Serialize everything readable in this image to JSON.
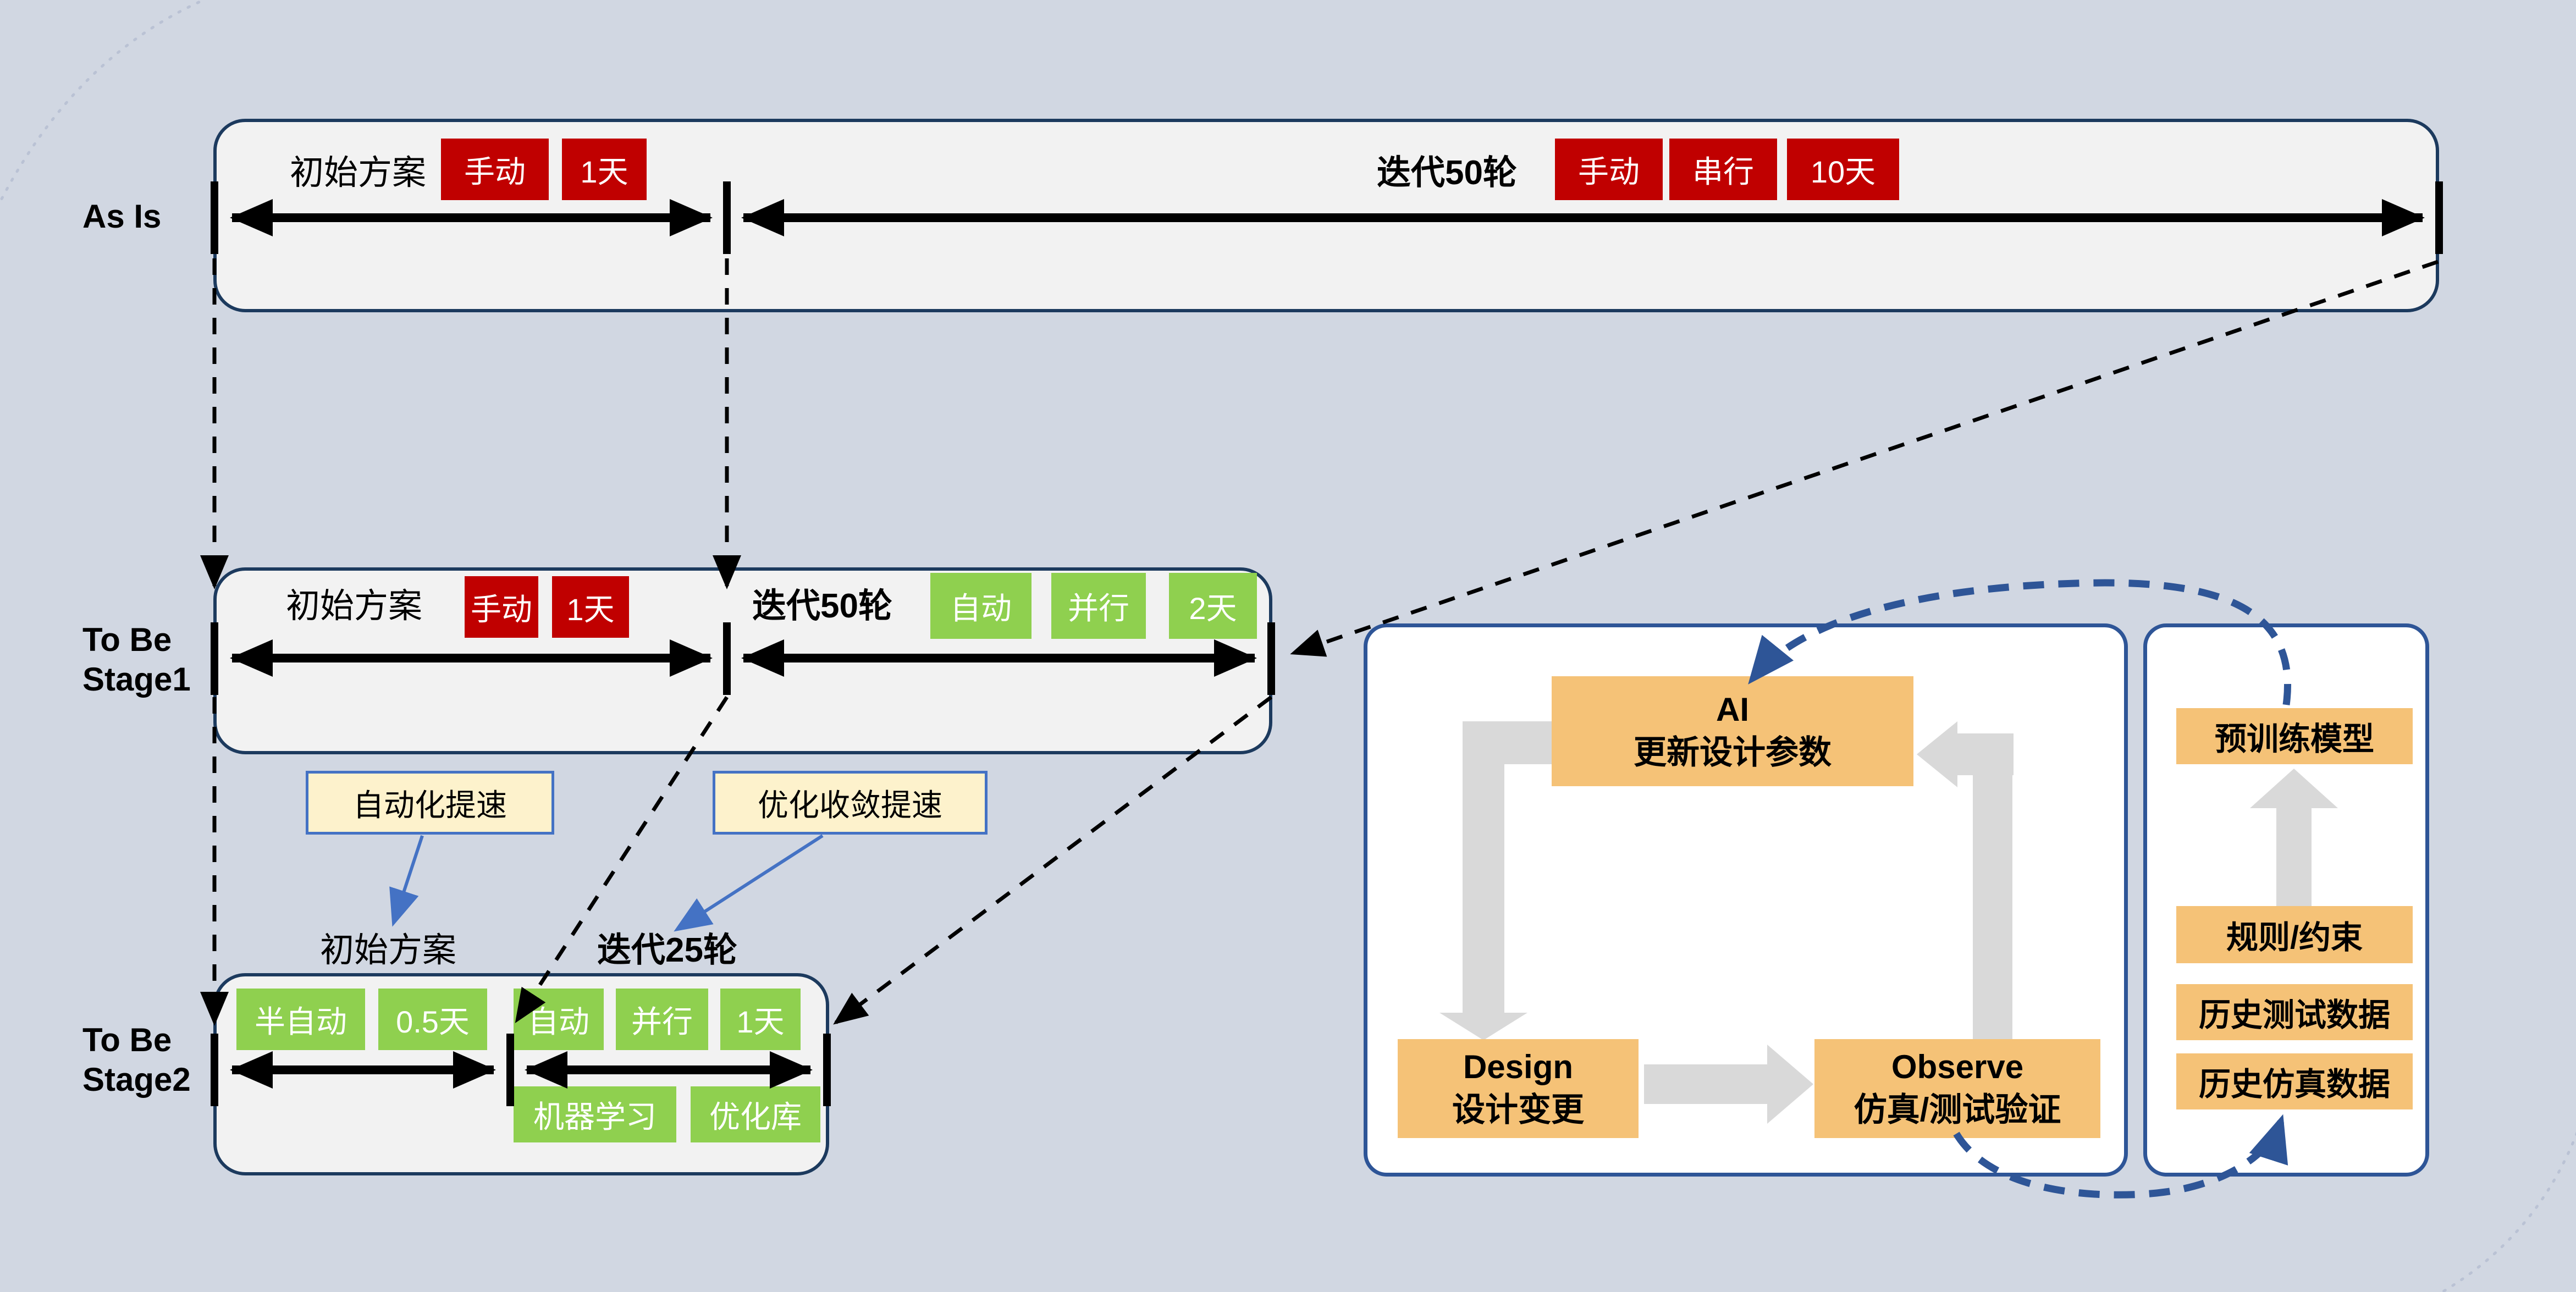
{
  "colors": {
    "background": "#d1d7e2",
    "bar_fill": "#f2f2f2",
    "bar_border": "#1c3a5e",
    "tag_red": "#c00000",
    "tag_green": "#8fd04f",
    "node_orange": "#f5c277",
    "panel_border": "#2e5597",
    "callout_fill": "#fdf2cc",
    "callout_border": "#4472c4",
    "gray_arrow": "#d9d9d9"
  },
  "timeline": {
    "as_is": {
      "label": "As Is",
      "phase1": {
        "title": "初始方案",
        "tags": [
          "手动",
          "1天"
        ]
      },
      "phase2": {
        "title": "迭代50轮",
        "tags": [
          "手动",
          "串行",
          "10天"
        ]
      }
    },
    "stage1": {
      "label_line1": "To Be",
      "label_line2": "Stage1",
      "phase1": {
        "title": "初始方案",
        "tags": [
          "手动",
          "1天"
        ]
      },
      "phase2": {
        "title": "迭代50轮",
        "tags": [
          "自动",
          "并行",
          "2天"
        ]
      }
    },
    "stage2": {
      "label_line1": "To Be",
      "label_line2": "Stage2",
      "phase1": {
        "title": "初始方案",
        "tags": [
          "半自动",
          "0.5天"
        ]
      },
      "phase2": {
        "title": "迭代25轮",
        "tags": [
          "自动",
          "并行",
          "1天"
        ],
        "tags_below": [
          "机器学习",
          "优化库"
        ]
      }
    }
  },
  "callouts": {
    "automation": "自动化提速",
    "convergence": "优化收敛提速"
  },
  "loop": {
    "ai_line1": "AI",
    "ai_line2": "更新设计参数",
    "design_line1": "Design",
    "design_line2": "设计变更",
    "observe_line1": "Observe",
    "observe_line2": "仿真/测试验证"
  },
  "knowledge": {
    "pretrained": "预训练模型",
    "rules": "规则/约束",
    "test_data": "历史测试数据",
    "sim_data": "历史仿真数据"
  }
}
